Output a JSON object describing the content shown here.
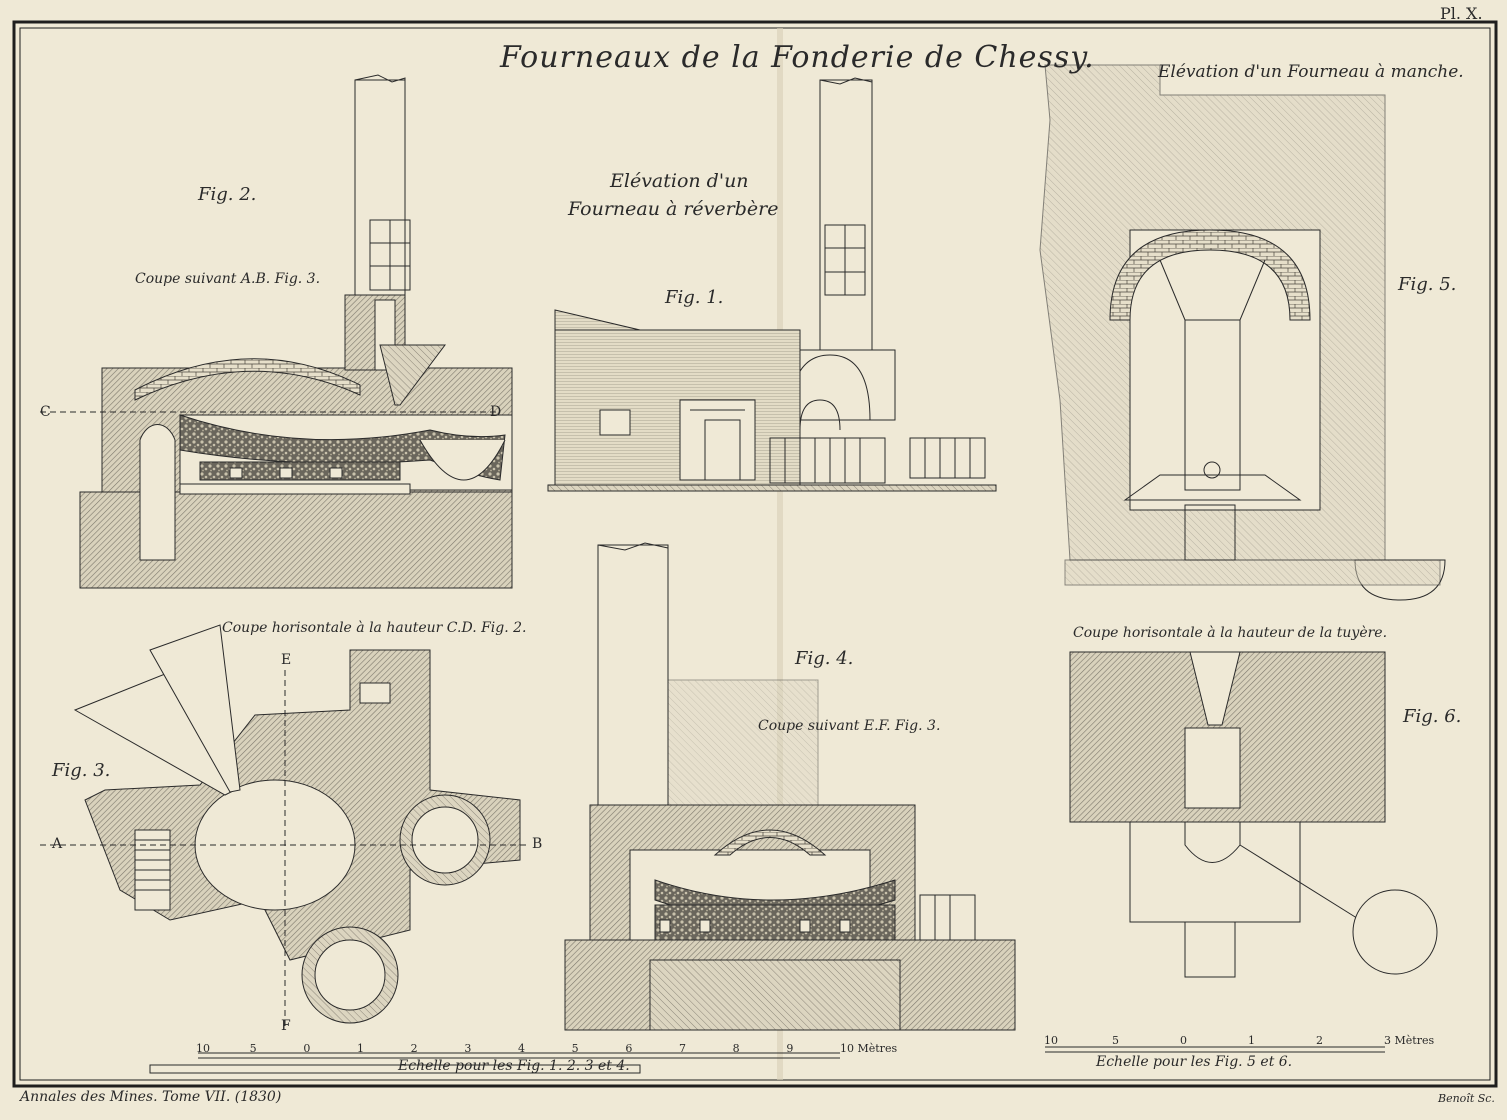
{
  "plate": {
    "number": "Pl. X.",
    "title": "Fourneaux de la Fonderie de Chessy.",
    "credit_left": "Annales des Mines. Tome VII. (1830)",
    "credit_right": "Benoît Sc."
  },
  "figures": {
    "fig1": {
      "label": "Fig. 1.",
      "caption_line1": "Elévation d'un",
      "caption_line2": "Fourneau à réverbère"
    },
    "fig2": {
      "label": "Fig. 2.",
      "caption": "Coupe suivant A.B. Fig. 3.",
      "marker_c": "C",
      "marker_d": "D"
    },
    "fig3": {
      "label": "Fig. 3.",
      "caption": "Coupe horisontale à la hauteur C.D. Fig. 2.",
      "marker_a": "A",
      "marker_b": "B",
      "marker_e": "E",
      "marker_f": "F"
    },
    "fig4": {
      "label": "Fig. 4.",
      "caption": "Coupe suivant E.F. Fig. 3."
    },
    "fig5": {
      "label": "Fig. 5.",
      "caption": "Elévation d'un Fourneau à manche."
    },
    "fig6": {
      "label": "Fig. 6.",
      "caption": "Coupe horisontale à la hauteur de la tuyère."
    }
  },
  "scales": {
    "scale1": {
      "caption": "Echelle pour les Fig. 1. 2. 3 et 4.",
      "ticks": [
        "10",
        "5",
        "0",
        "1",
        "2",
        "3",
        "4",
        "5",
        "6",
        "7",
        "8",
        "9",
        "10 Mètres"
      ]
    },
    "scale2": {
      "caption": "Echelle pour les Fig. 5 et 6.",
      "ticks": [
        "10",
        "5",
        "0",
        "1",
        "2",
        "3 Mètres"
      ]
    }
  },
  "colors": {
    "paper": "#efe9d6",
    "ink": "#2a2a2a",
    "hatch": "#8a8578"
  }
}
